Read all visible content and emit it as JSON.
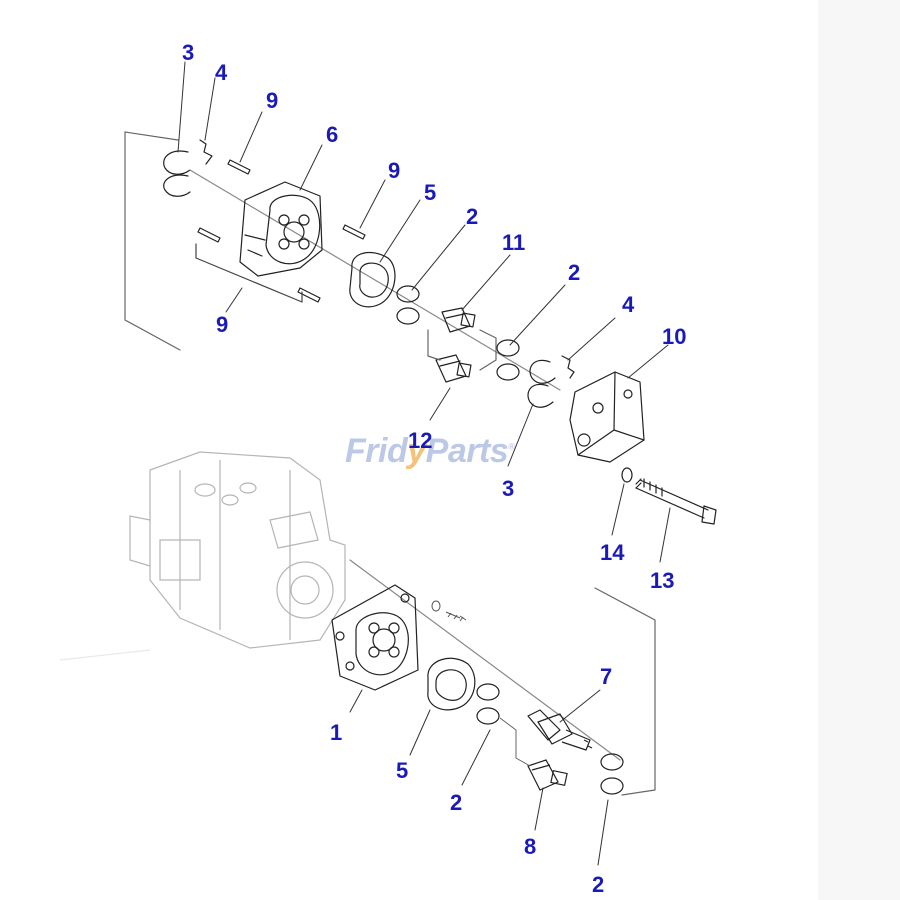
{
  "diagram": {
    "callouts": [
      {
        "id": "c-3a",
        "label": "3"
      },
      {
        "id": "c-4a",
        "label": "4"
      },
      {
        "id": "c-9a",
        "label": "9"
      },
      {
        "id": "c-6",
        "label": "6"
      },
      {
        "id": "c-9b",
        "label": "9"
      },
      {
        "id": "c-5a",
        "label": "5"
      },
      {
        "id": "c-2a",
        "label": "2"
      },
      {
        "id": "c-11",
        "label": "11"
      },
      {
        "id": "c-2b",
        "label": "2"
      },
      {
        "id": "c-4b",
        "label": "4"
      },
      {
        "id": "c-10",
        "label": "10"
      },
      {
        "id": "c-9c",
        "label": "9"
      },
      {
        "id": "c-12",
        "label": "12"
      },
      {
        "id": "c-3b",
        "label": "3"
      },
      {
        "id": "c-14",
        "label": "14"
      },
      {
        "id": "c-13",
        "label": "13"
      },
      {
        "id": "c-7",
        "label": "7"
      },
      {
        "id": "c-1",
        "label": "1"
      },
      {
        "id": "c-5b",
        "label": "5"
      },
      {
        "id": "c-2c",
        "label": "2"
      },
      {
        "id": "c-8",
        "label": "8"
      },
      {
        "id": "c-2d",
        "label": "2"
      }
    ],
    "watermark": {
      "part1": "Frid",
      "part2": "y",
      "part3": "Parts",
      "mark": "®"
    },
    "colors": {
      "callout": "#1a1ab8",
      "line": "#222222",
      "faded": "#b5b5b5",
      "watermark_blue": "#bcc9e6",
      "watermark_orange": "#f4c27a"
    }
  }
}
